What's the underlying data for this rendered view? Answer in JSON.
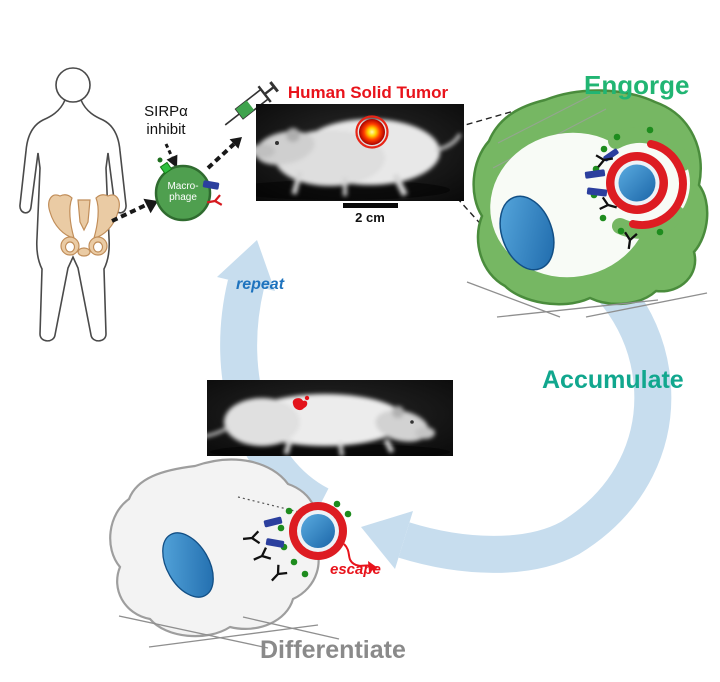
{
  "figure": {
    "source_label": {
      "line1": "SIRPα",
      "line2": "inhibit"
    },
    "macrophage": {
      "line1": "Macro-",
      "line2": "phage"
    },
    "tumor_title": "Human Solid Tumor",
    "scale_bar": "2 cm",
    "stages": {
      "engorge": "Engorge",
      "accumulate": "Accumulate",
      "differentiate": "Differentiate",
      "repeat": "repeat",
      "escape": "escape"
    },
    "colors": {
      "tumor_title": "#e8131b",
      "engorge": "#21b573",
      "accumulate": "#11a78e",
      "differentiate": "#8a8a8a",
      "repeat": "#1e73be",
      "escape": "#e8131b",
      "cycle_arrow": "#c7ddee",
      "macrophage_green": "#4f9f4f",
      "cell_green": "#76b763",
      "tumor_cell_red": "#dd1c22",
      "nucleus_blue": "#2e86c8",
      "receptor_blue": "#2b3f9e",
      "dot_green": "#1e8c1e",
      "syringe_green": "#3fa34d",
      "pelvis_tan": "#eacba4"
    }
  }
}
